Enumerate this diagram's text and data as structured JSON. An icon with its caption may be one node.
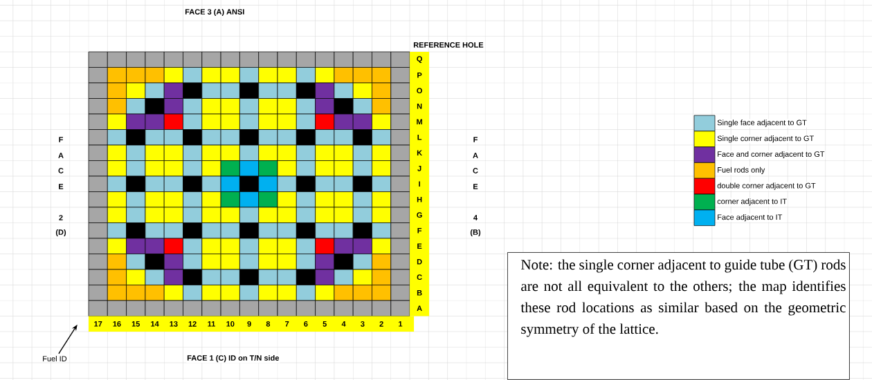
{
  "diagram": {
    "nodes": [
      {
        "text": [
          "Fuel ID"
        ]
      },
      {
        "text": [
          "Note: the single corner adjacent to guide tube (GT) rods are not all equivalent to the others; the map identifies these rod locations as similar based on the geometric symmetry of the lattice."
        ]
      },
      {
        "text": [],
        "shape": "picture"
      }
    ],
    "edges": [
      {
        "from": 0,
        "to": 2,
        "arrow": "to"
      }
    ],
    "labels": [
      "FACE 3 (A) ANSI",
      "REFERENCE HOLE",
      "Q",
      "P",
      "O",
      "N",
      "M",
      "L",
      "K",
      "J",
      "I",
      "H",
      "G",
      "F",
      "E",
      "D",
      "C",
      "B",
      "A",
      "F",
      "A",
      "C",
      "E",
      "2",
      "(D)",
      "F",
      "A",
      "C",
      "E",
      "4",
      "(B)",
      "17",
      "16",
      "15",
      "14",
      "13",
      "12",
      "11",
      "10",
      "9",
      "8",
      "7",
      "6",
      "5",
      "4",
      "3",
      "2",
      "1",
      "FACE 1 (C) ID on T/N side"
    ],
    "legend": [
      {
        "text": "Single face adjacent to GT",
        "color": "#92cddc"
      },
      {
        "text": "Single corner adjacent to GT",
        "color": "#ffff00"
      },
      {
        "text": "Face and corner adjacent to GT",
        "color": "#7030a0"
      },
      {
        "text": "Fuel rods only",
        "color": "#ffc000"
      },
      {
        "text": "double corner adjacent to GT",
        "color": "#ff0000"
      },
      {
        "text": "corner adjacent to IT",
        "color": "#00b050"
      },
      {
        "text": "Face adjacent to IT",
        "color": "#00b0f0"
      }
    ]
  }
}
